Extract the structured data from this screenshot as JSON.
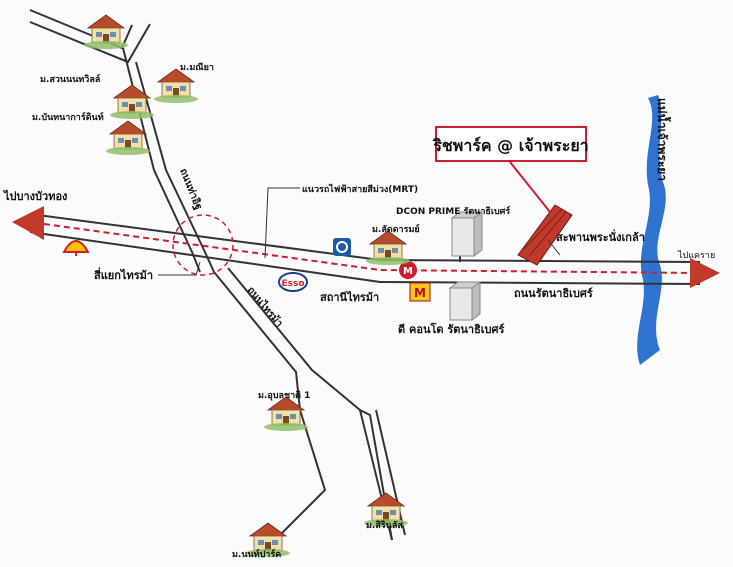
{
  "project": {
    "name": "ริชพาร์ค @ เจ้าพระยา",
    "color": "#d9261c"
  },
  "roads": {
    "main_road": "ถนนรัตนาธิเบศร์",
    "north_road": "ถนนท่าอิฐ",
    "south_road": "ถนนไทรม้า"
  },
  "transit": {
    "mrt_line": "แนวรถไฟฟ้าสายสีม่วง(MRT)",
    "mrt_station": "สถานีไทรม้า",
    "mrt_color": "#cc1e2e"
  },
  "directions": {
    "west": "ไปบางบัวทอง",
    "east": "ไปแคราย"
  },
  "places": {
    "intersection": "สี่แยกไทรม้า",
    "bridge": "สะพานพระนั่งเกล้า",
    "river": "แม่น้ำเจ้าพระยา",
    "condo_north": "DCON PRIME รัตนาธิเบศร์",
    "condo_south": "ดี คอนโด รัตนาธิเบศร์"
  },
  "villages": {
    "suan_nonthavilla": "ม.สวนนนทวิลล์",
    "manee": "ม.มณียา",
    "bantanakarn": "ม.บันทนาการ์ดินท์",
    "ladawan": "ม.ลัดดารมย์",
    "ubonchat": "ม.อุบลชาติ 1",
    "sirinlas": "ม.สิรินลัส",
    "nonpark": "ม.นนท์ปาร์ค"
  },
  "icons": {
    "shell": "shell-logo-icon",
    "esso": "esso-logo-icon",
    "bank": "bank-logo-icon",
    "makro": "makro-logo-icon",
    "house": "house-icon"
  },
  "colors": {
    "road": "#333333",
    "river": "#2f73d0",
    "arrow": "#c0392b"
  }
}
